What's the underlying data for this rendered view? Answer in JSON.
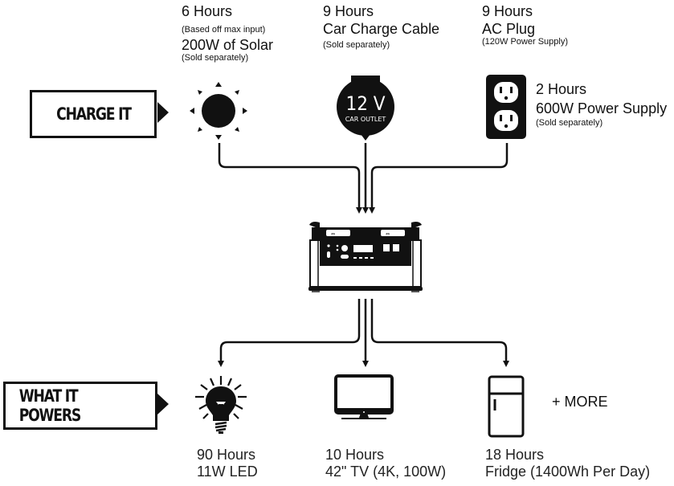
{
  "colors": {
    "ink": "#111111",
    "background": "#ffffff"
  },
  "charge_section": {
    "label": "CHARGE IT",
    "sources": [
      {
        "icon": "sun-icon",
        "hours": "6 Hours",
        "note_above": "(Based off max input)",
        "name": "200W of Solar",
        "note": "(Sold separately)"
      },
      {
        "icon": "car-outlet-icon",
        "icon_text_main": "12 V",
        "icon_text_sub": "CAR OUTLET",
        "hours": "9 Hours",
        "name": "Car Charge Cable",
        "note": "(Sold separately)"
      },
      {
        "icon": "wall-outlet-icon",
        "hours": "9 Hours",
        "name": "AC Plug",
        "note": "(120W Power Supply)",
        "alt_hours": "2 Hours",
        "alt_name": "600W Power Supply",
        "alt_note": "(Sold separately)"
      }
    ]
  },
  "device": {
    "icon": "power-station-icon"
  },
  "powers_section": {
    "label": "WHAT IT POWERS",
    "items": [
      {
        "icon": "light-bulb-icon",
        "hours": "90 Hours",
        "name": "11W LED"
      },
      {
        "icon": "tv-icon",
        "hours": "10 Hours",
        "name": "42\" TV (4K, 100W)"
      },
      {
        "icon": "fridge-icon",
        "hours": "18 Hours",
        "name": "Fridge (1400Wh Per Day)"
      }
    ],
    "more_label": "+ MORE"
  }
}
